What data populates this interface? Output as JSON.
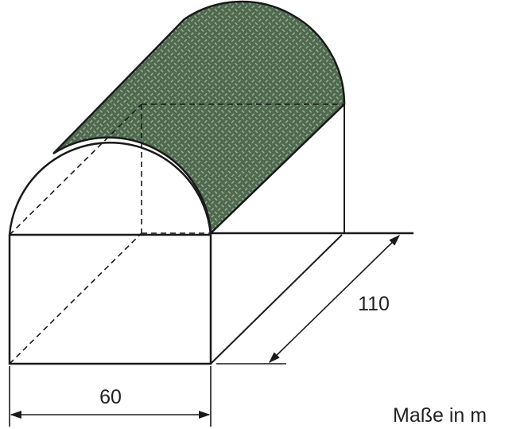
{
  "dimensions": {
    "width": "60",
    "depth": "110"
  },
  "units_note": "Maße in m",
  "colors": {
    "line": "#1a1a1a",
    "surface": "#4f6a4f",
    "surface_pattern": "#8fa48f"
  }
}
